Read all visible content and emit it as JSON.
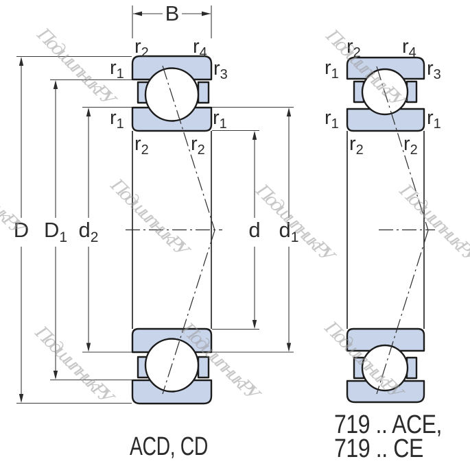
{
  "drawing": {
    "watermark": "ПодшипникРУ",
    "captions": {
      "left_variant": "ACD, CD",
      "right_variant_line1": "719 .. ACE,",
      "right_variant_line2": "719 .. CE"
    },
    "dimensions": {
      "B": {
        "main": "B",
        "sub": ""
      },
      "D": {
        "main": "D",
        "sub": ""
      },
      "D1": {
        "main": "D",
        "sub": "1"
      },
      "d2": {
        "main": "d",
        "sub": "2"
      },
      "d": {
        "main": "d",
        "sub": ""
      },
      "d1": {
        "main": "d",
        "sub": "1"
      }
    },
    "fillets": {
      "r1": {
        "main": "r",
        "sub": "1"
      },
      "r2": {
        "main": "r",
        "sub": "2"
      },
      "r3": {
        "main": "r",
        "sub": "3"
      },
      "r4": {
        "main": "r",
        "sub": "4"
      }
    },
    "colors": {
      "background": "#ffffff",
      "ring_fill": "#c8d4ea",
      "outline": "#1b1b1b",
      "dim_line": "#3a3a3a",
      "label_text": "#2b2b2b",
      "watermark": "#c4c4c4"
    }
  }
}
